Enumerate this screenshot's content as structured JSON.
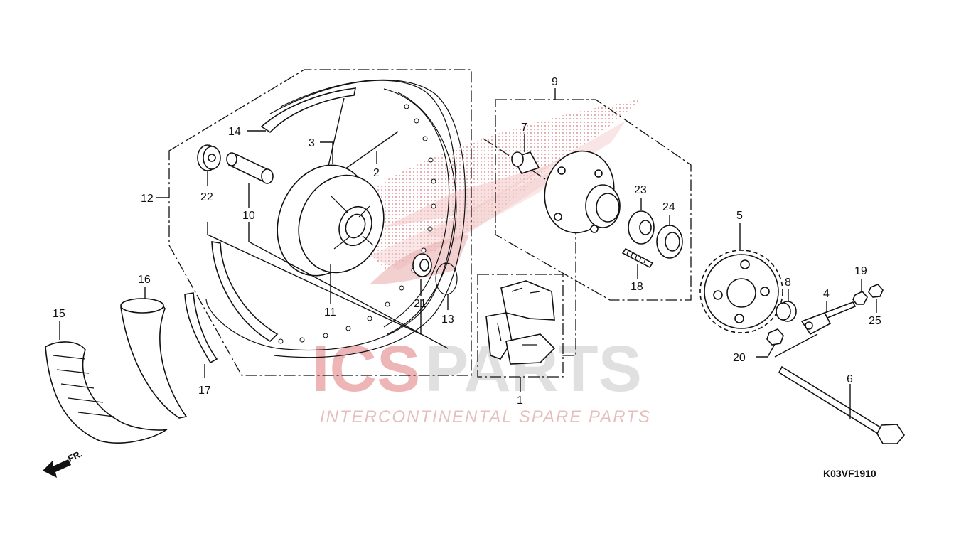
{
  "diagram": {
    "code": "K03VF1910",
    "direction_label": "FR.",
    "callouts": {
      "p1": "1",
      "p2": "2",
      "p3": "3",
      "p4": "4",
      "p5": "5",
      "p6": "6",
      "p7": "7",
      "p8": "8",
      "p9": "9",
      "p10": "10",
      "p11": "11",
      "p12": "12",
      "p13": "13",
      "p14": "14",
      "p15": "15",
      "p16": "16",
      "p17": "17",
      "p18": "18",
      "p19": "19",
      "p20": "20",
      "p21": "21",
      "p22": "22",
      "p23": "23",
      "p24": "24",
      "p25": "25"
    }
  },
  "watermark": {
    "brand_red": "ICS",
    "brand_gray": "PARTS",
    "tagline": "INTERCONTINENTAL SPARE PARTS",
    "colors": {
      "red": "#e07a7a",
      "gray": "#d4d4d4"
    }
  }
}
